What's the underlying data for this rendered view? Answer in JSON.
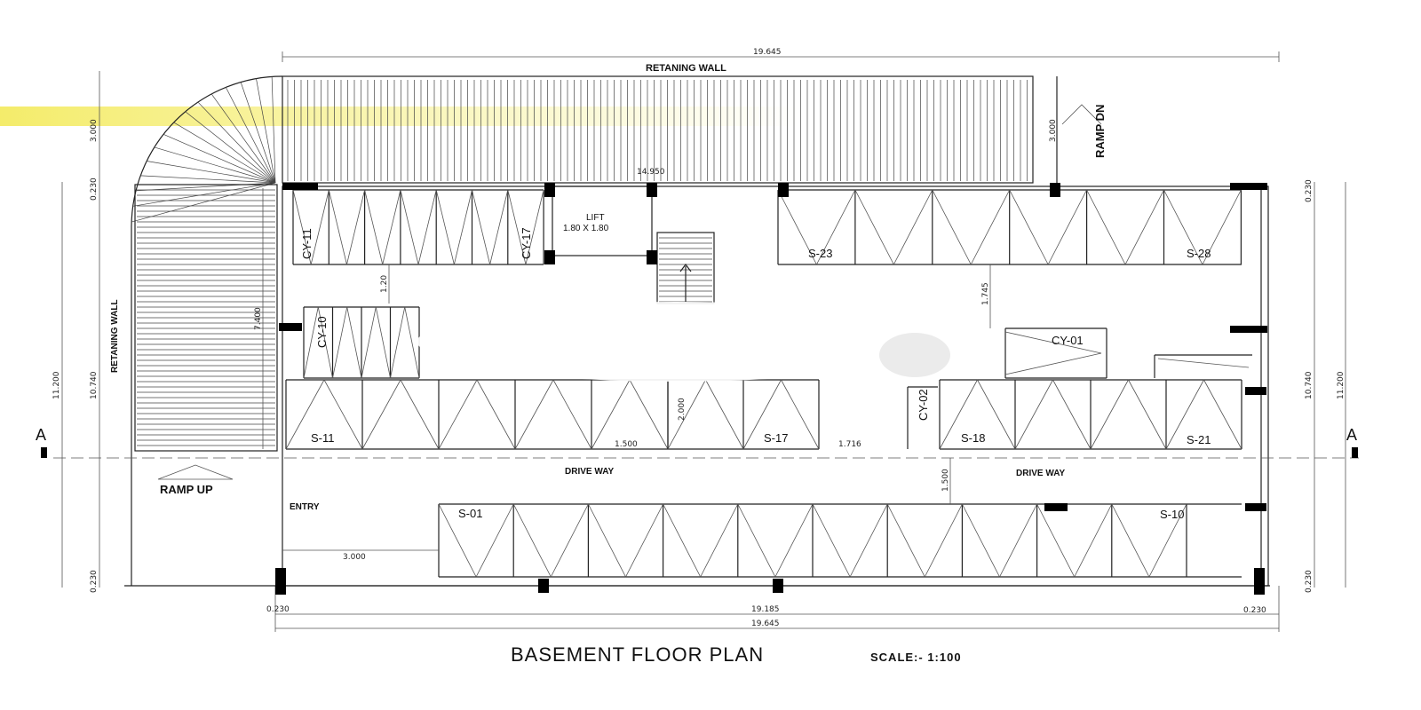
{
  "title": "BASEMENT FLOOR PLAN",
  "scale": "SCALE:- 1:100",
  "labels": {
    "retaining_wall_top": "RETANING WALL",
    "retaining_wall_left": "RETANING WALL",
    "ramp_dn": "RAMP DN",
    "ramp_up": "RAMP UP",
    "entry": "ENTRY",
    "lift_name": "LIFT",
    "lift_size": "1.80 X 1.80",
    "drive_way_left": "DRIVE WAY",
    "drive_way_right": "DRIVE WAY",
    "section_left": "A",
    "section_right": "A"
  },
  "parking_slots": {
    "cy11": "CY-11",
    "cy17": "CY-17",
    "cy10": "CY-10",
    "cy01": "CY-01",
    "cy02": "CY-02",
    "s23": "S-23",
    "s28": "S-28",
    "s11": "S-11",
    "s17": "S-17",
    "s18": "S-18",
    "s21": "S-21",
    "s01": "S-01",
    "s10": "S-10"
  },
  "dimensions": {
    "top_overall": "19.645",
    "bottom_overall": "19.645",
    "bottom_inner": "19.185",
    "bottom_left": "0.230",
    "bottom_right": "0.230",
    "wall_length": "14.950",
    "left_top": "3.000",
    "ramp_height": "3.000",
    "left_t1": "0.230",
    "left_mid": "10.740",
    "left_total": "11.200",
    "left_bot": "0.230",
    "inner_7400": "7.400",
    "gap_120": "1.20",
    "gap_1745": "1.745",
    "aisle_2000": "2.000",
    "aisle_1500": "1.500",
    "aisle_1716": "1.716",
    "drive_1500": "1.500",
    "entry_3000": "3.000",
    "right_t1": "0.230",
    "right_mid": "10.740",
    "right_total": "11.200",
    "right_bot": "0.230"
  }
}
